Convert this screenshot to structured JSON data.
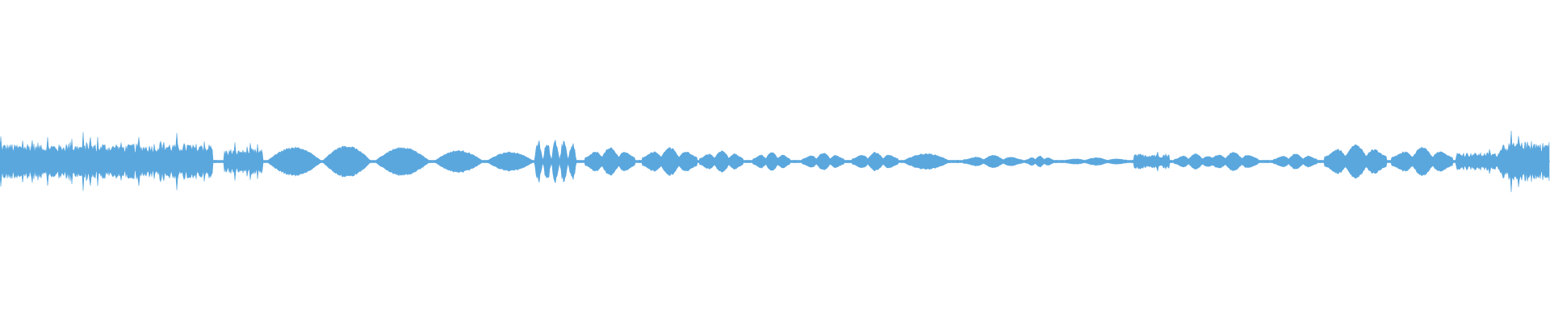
{
  "waveform": {
    "color": "#5aa7de",
    "background": "#ffffff",
    "segments": [
      {
        "start": 0.0,
        "end": 0.138,
        "amp": 0.06,
        "style": "noise"
      },
      {
        "start": 0.145,
        "end": 0.17,
        "amp": 0.04,
        "style": "noise"
      },
      {
        "start": 0.172,
        "end": 0.208,
        "amp": 0.045,
        "style": "blob"
      },
      {
        "start": 0.208,
        "end": 0.24,
        "amp": 0.05,
        "style": "blob"
      },
      {
        "start": 0.242,
        "end": 0.278,
        "amp": 0.045,
        "style": "blob"
      },
      {
        "start": 0.28,
        "end": 0.312,
        "amp": 0.035,
        "style": "blob"
      },
      {
        "start": 0.314,
        "end": 0.345,
        "amp": 0.03,
        "style": "blob"
      },
      {
        "start": 0.345,
        "end": 0.372,
        "amp": 0.075,
        "style": "burst"
      },
      {
        "start": 0.378,
        "end": 0.41,
        "amp": 0.045,
        "style": "bumps"
      },
      {
        "start": 0.415,
        "end": 0.45,
        "amp": 0.045,
        "style": "bumps"
      },
      {
        "start": 0.452,
        "end": 0.48,
        "amp": 0.035,
        "style": "bumps"
      },
      {
        "start": 0.486,
        "end": 0.51,
        "amp": 0.03,
        "style": "bumps"
      },
      {
        "start": 0.518,
        "end": 0.545,
        "amp": 0.028,
        "style": "bumps"
      },
      {
        "start": 0.55,
        "end": 0.58,
        "amp": 0.03,
        "style": "bumps"
      },
      {
        "start": 0.582,
        "end": 0.614,
        "amp": 0.025,
        "style": "blob"
      },
      {
        "start": 0.622,
        "end": 0.66,
        "amp": 0.02,
        "style": "bumps"
      },
      {
        "start": 0.662,
        "end": 0.68,
        "amp": 0.018,
        "style": "bumps"
      },
      {
        "start": 0.685,
        "end": 0.73,
        "amp": 0.012,
        "style": "bumps"
      },
      {
        "start": 0.732,
        "end": 0.755,
        "amp": 0.025,
        "style": "noise"
      },
      {
        "start": 0.758,
        "end": 0.785,
        "amp": 0.025,
        "style": "bumps"
      },
      {
        "start": 0.78,
        "end": 0.812,
        "amp": 0.03,
        "style": "bumps"
      },
      {
        "start": 0.822,
        "end": 0.85,
        "amp": 0.025,
        "style": "bumps"
      },
      {
        "start": 0.855,
        "end": 0.895,
        "amp": 0.055,
        "style": "bumps"
      },
      {
        "start": 0.898,
        "end": 0.938,
        "amp": 0.045,
        "style": "bumps"
      },
      {
        "start": 0.94,
        "end": 0.968,
        "amp": 0.03,
        "style": "noise"
      },
      {
        "start": 0.968,
        "end": 1.0,
        "amp": 0.065,
        "style": "noise"
      }
    ]
  }
}
